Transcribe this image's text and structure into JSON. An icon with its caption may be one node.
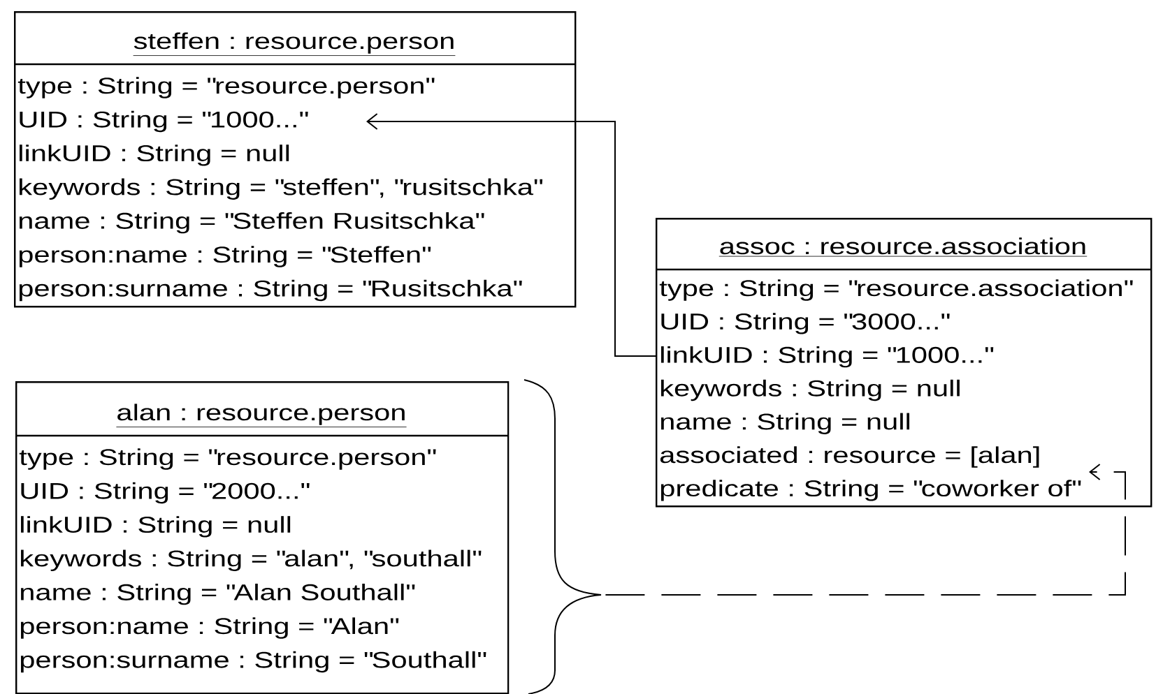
{
  "diagram": {
    "nodes": [
      {
        "text": [
          "steffen : resource.person",
          "type : String = \"resource.person\"",
          "UID : String = \"1000...\"",
          "linkUID : String = null",
          "keywords : String = \"steffen\", \"rusitschka\"",
          "name : String = \"Steffen Rusitschka\"",
          "person:name : String = \"Steffen\"",
          "person:surname : String = \"Rusitschka\""
        ]
      },
      {
        "text": [
          "assoc : resource.association",
          "type : String = \"resource.association\"",
          "UID : String = \"3000...\"",
          "linkUID : String = \"1000...\"",
          "keywords : String = null",
          "name : String = null",
          "associated : resource = [alan]",
          "predicate : String = \"coworker of\""
        ]
      },
      {
        "text": [
          "alan : resource.person",
          "type : String = \"resource.person\"",
          "UID : String = \"2000...\"",
          "linkUID : String = null",
          "keywords : String = \"alan\", \"southall\"",
          "name : String = \"Alan Southall\"",
          "person:name : String = \"Alan\"",
          "person:surname : String = \"Southall\""
        ]
      }
    ],
    "edges": [
      {
        "from": 1,
        "to": 0,
        "arrow": "to"
      },
      {
        "from": 2,
        "to": 1,
        "arrow": "to",
        "style": "dashed"
      }
    ]
  }
}
